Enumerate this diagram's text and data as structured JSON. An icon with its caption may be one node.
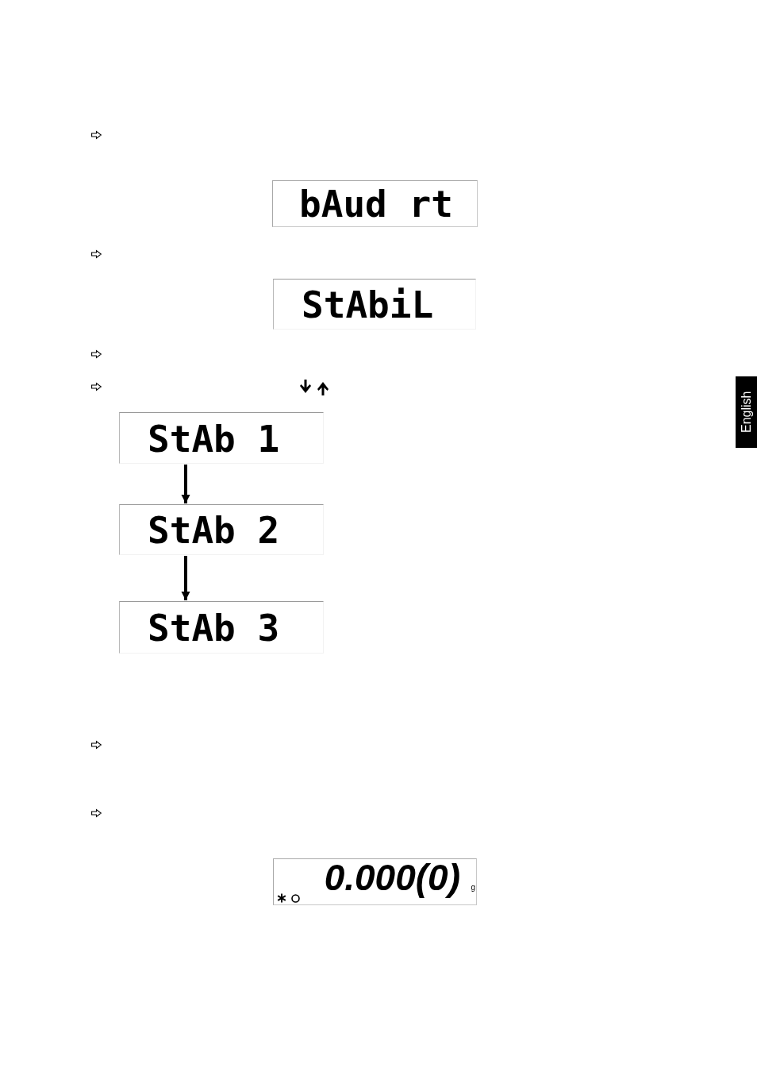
{
  "diagram": {
    "nodes": [
      {
        "text": [
          "bAud rt"
        ]
      },
      {
        "text": [
          "StAbiL"
        ]
      },
      {
        "text": [
          "StAb 1"
        ]
      },
      {
        "text": [
          "StAb 2"
        ]
      },
      {
        "text": [
          "StAb 3"
        ]
      },
      {
        "text": [
          "0.000(0)",
          "g"
        ]
      }
    ],
    "edges": [
      {
        "from": 2,
        "to": 3,
        "arrow": "to"
      },
      {
        "from": 3,
        "to": 4,
        "arrow": "to"
      }
    ],
    "labels": [
      "English"
    ]
  }
}
